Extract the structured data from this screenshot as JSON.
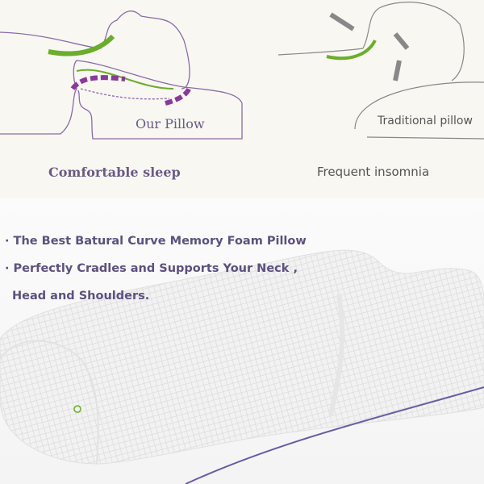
{
  "left_panel": {
    "pillow_label": "Our Pillow",
    "caption": "Comfortable sleep"
  },
  "right_panel": {
    "pillow_label": "Traditional pillow",
    "caption": "Frequent insomnia"
  },
  "features": [
    "· The Best Batural Curve Memory Foam Pillow",
    "· Perfectly Cradles and Supports Your Neck ,",
    "Head and Shoulders."
  ],
  "colors": {
    "text": "#5c5180",
    "line": "#8a6aa8",
    "green": "#6aae2a",
    "purple": "#8a3a9a"
  }
}
